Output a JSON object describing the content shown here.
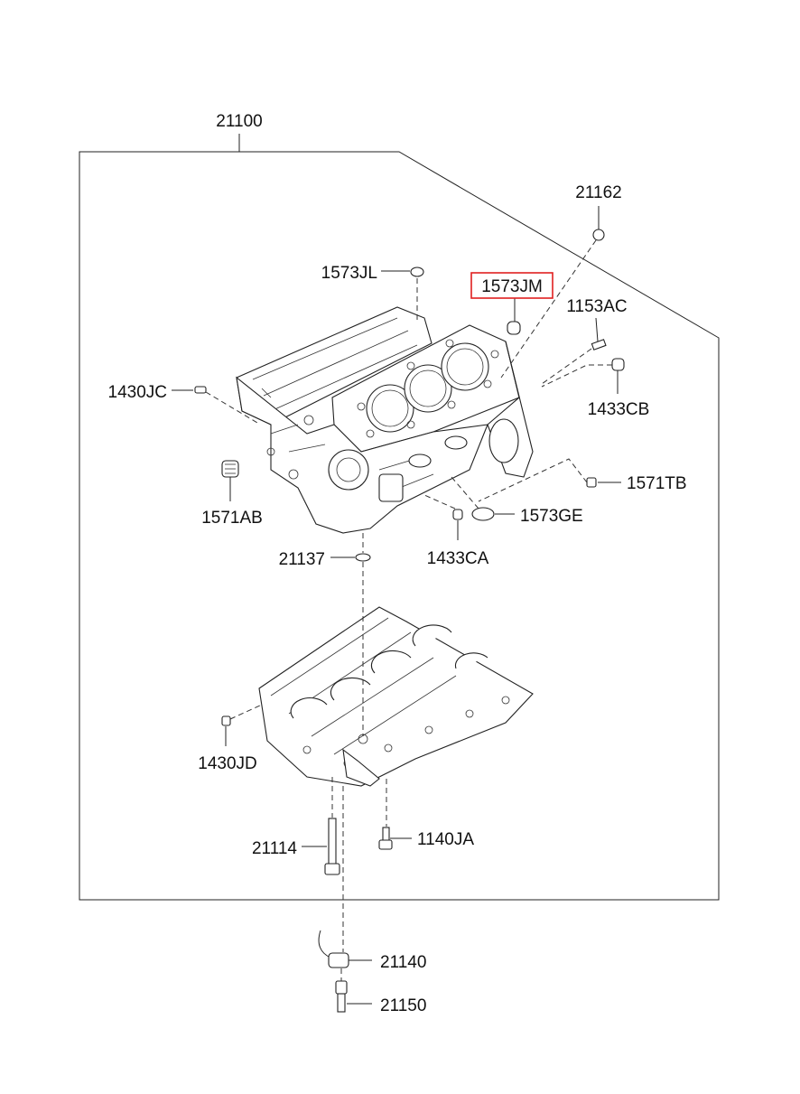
{
  "labels": {
    "assembly": "21100",
    "p21162": "21162",
    "p1573JL": "1573JL",
    "p1573JM": "1573JM",
    "p1153AC": "1153AC",
    "p1430JC": "1430JC",
    "p1433CB": "1433CB",
    "p1571TB": "1571TB",
    "p1571AB": "1571AB",
    "p1573GE": "1573GE",
    "p21137": "21137",
    "p1433CA": "1433CA",
    "p1430JD": "1430JD",
    "p21114": "21114",
    "p1140JA": "1140JA",
    "p21140": "21140",
    "p21150": "21150"
  },
  "highlight": {
    "part": "1573JM",
    "color": "#e02020"
  }
}
